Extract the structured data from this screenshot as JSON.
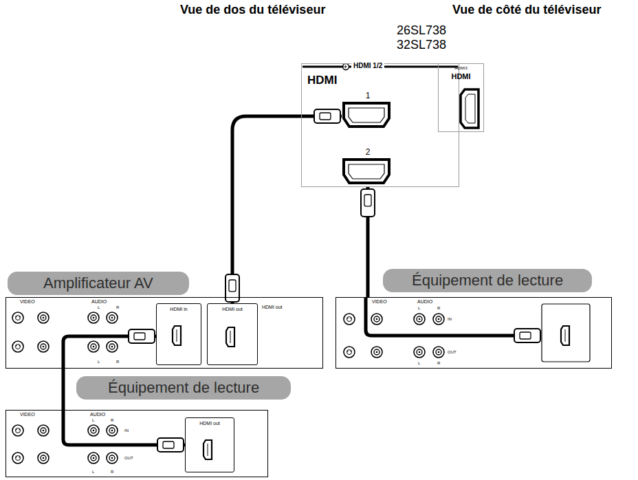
{
  "diagram": {
    "nodes": [
      {
        "text": [
          "HDMI 1/2",
          "HDMI"
        ]
      },
      {
        "text": [
          "1"
        ],
        "in": 0
      },
      {
        "text": [
          "2"
        ],
        "in": 0
      },
      {
        "text": [
          "HDMI3",
          "HDMI"
        ]
      },
      {
        "text": [
          "Amplificateur AV"
        ]
      },
      {
        "text": [
          "HDMI in"
        ],
        "in": 4
      },
      {
        "text": [
          "HDMI out"
        ],
        "in": 4
      },
      {
        "text": [
          "Équipement de lecture"
        ]
      },
      {
        "text": [
          "Équipement de lecture"
        ]
      },
      {
        "text": [
          "HDMI out"
        ],
        "in": 8
      }
    ],
    "edges": [
      {
        "from": 6,
        "to": 1,
        "arrow": "none"
      },
      {
        "from": 7,
        "to": 2,
        "arrow": "none"
      },
      {
        "from": 9,
        "to": 5,
        "arrow": "none"
      }
    ],
    "labels": [
      "Vue de dos du téléviseur",
      "Vue de côté du téléviseur",
      "26SL738",
      "32SL738",
      "HDMI out",
      "VIDEO",
      "AUDIO",
      "L",
      "R",
      "L",
      "R",
      "VIDEO",
      "AUDIO",
      "L",
      "R",
      "IN",
      "OUT",
      "L",
      "R",
      "VIDEO",
      "AUDIO",
      "L",
      "R",
      "IN",
      "OUT",
      "L",
      "R"
    ]
  }
}
